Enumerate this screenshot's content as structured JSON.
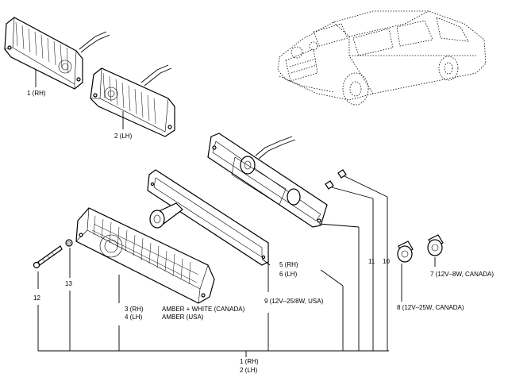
{
  "callouts": {
    "c1": "1 (RH)",
    "c2": "2 (LH)",
    "c3": "3 (RH)",
    "c4": "4 (LH)",
    "c3_desc": "AMBER + WHITE (CANADA)",
    "c4_desc": "AMBER  (USA)",
    "c5": "5 (RH)",
    "c6": "6 (LH)",
    "c7": "7 (12V–8W, CANADA)",
    "c8": "8 (12V–25W, CANADA)",
    "c9": "9 (12V–25/8W, USA)",
    "c10": "10",
    "c11": "11",
    "c12": "12",
    "c13": "13",
    "bottom1": "1 (RH)",
    "bottom2": "2 (LH)"
  }
}
